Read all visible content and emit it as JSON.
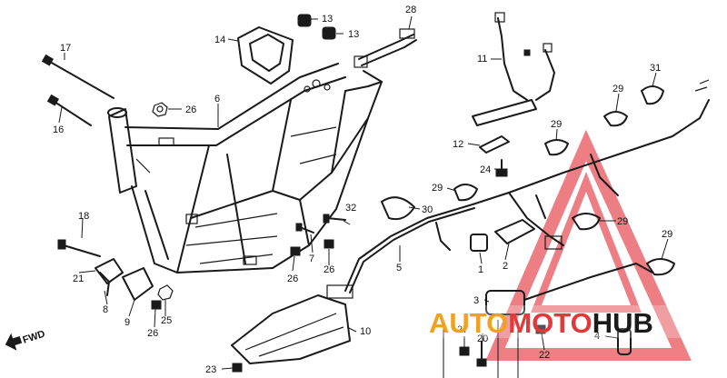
{
  "callouts": [
    {
      "id": "c1",
      "text": "1"
    },
    {
      "id": "c2",
      "text": "2"
    },
    {
      "id": "c3",
      "text": "3"
    },
    {
      "id": "c4",
      "text": "4"
    },
    {
      "id": "c5",
      "text": "5"
    },
    {
      "id": "c6",
      "text": "6"
    },
    {
      "id": "c7",
      "text": "7"
    },
    {
      "id": "c8",
      "text": "8"
    },
    {
      "id": "c9",
      "text": "9"
    },
    {
      "id": "c10",
      "text": "10"
    },
    {
      "id": "c11",
      "text": "11"
    },
    {
      "id": "c12",
      "text": "12"
    },
    {
      "id": "c13a",
      "text": "13"
    },
    {
      "id": "c13b",
      "text": "13"
    },
    {
      "id": "c14",
      "text": "14"
    },
    {
      "id": "c16",
      "text": "16"
    },
    {
      "id": "c17",
      "text": "17"
    },
    {
      "id": "c18",
      "text": "18"
    },
    {
      "id": "c20",
      "text": "20"
    },
    {
      "id": "c21",
      "text": "21"
    },
    {
      "id": "c22",
      "text": "22"
    },
    {
      "id": "c23",
      "text": "23"
    },
    {
      "id": "c24",
      "text": "24"
    },
    {
      "id": "c25",
      "text": "25"
    },
    {
      "id": "c26a",
      "text": "26"
    },
    {
      "id": "c26b",
      "text": "26"
    },
    {
      "id": "c26c",
      "text": "26"
    },
    {
      "id": "c26d",
      "text": "26"
    },
    {
      "id": "c27",
      "text": "27"
    },
    {
      "id": "c28",
      "text": "28"
    },
    {
      "id": "c29a",
      "text": "29"
    },
    {
      "id": "c29b",
      "text": "29"
    },
    {
      "id": "c29c",
      "text": "29"
    },
    {
      "id": "c29d",
      "text": "29"
    },
    {
      "id": "c29e",
      "text": "29"
    },
    {
      "id": "c30",
      "text": "30"
    },
    {
      "id": "c31",
      "text": "31"
    },
    {
      "id": "c32",
      "text": "32"
    }
  ],
  "fwd_label": "FWD",
  "watermark": {
    "part1": "AUTO",
    "part2": "MOTO",
    "part3": "HUB",
    "colors": {
      "red": "#e03a3a",
      "orange": "#f2a020",
      "dark": "#1a1a1a"
    }
  }
}
